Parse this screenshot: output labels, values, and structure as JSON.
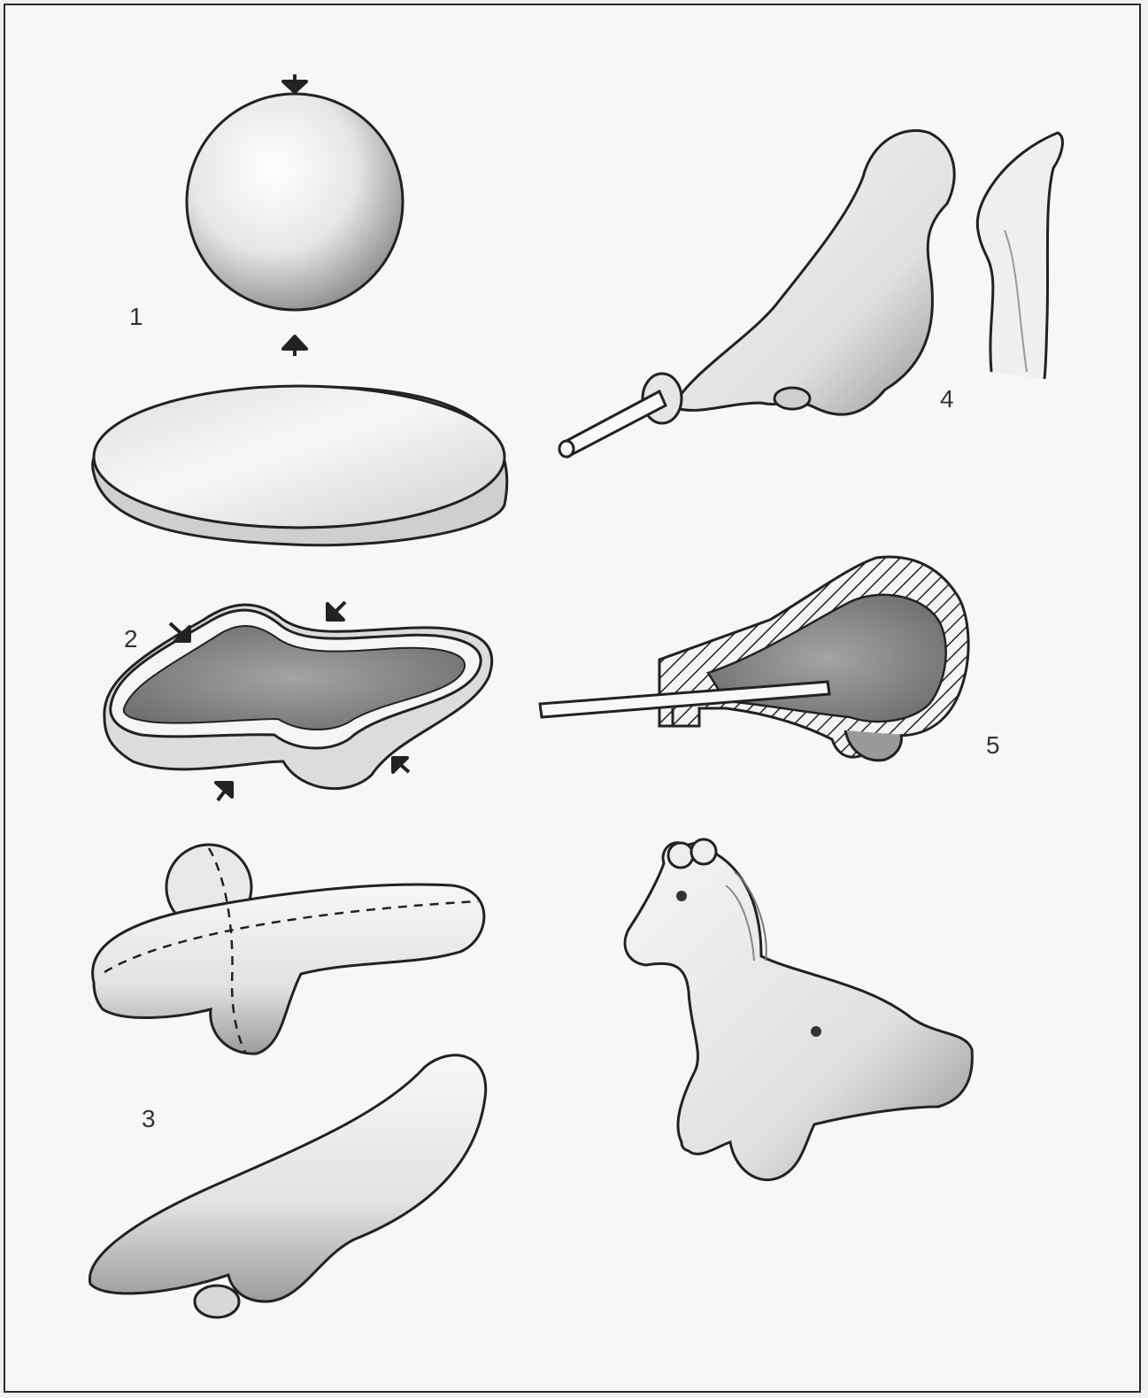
{
  "figure": {
    "step_labels": [
      "1",
      "2",
      "3",
      "4",
      "5"
    ]
  },
  "colors": {
    "ink": "#222222",
    "paper": "#f7f7f7",
    "shade": "#9a9a9a",
    "cavity": "#8e8e8e"
  },
  "icons": {
    "press_arrow": "arrowhead",
    "blowpipe": "rod"
  }
}
